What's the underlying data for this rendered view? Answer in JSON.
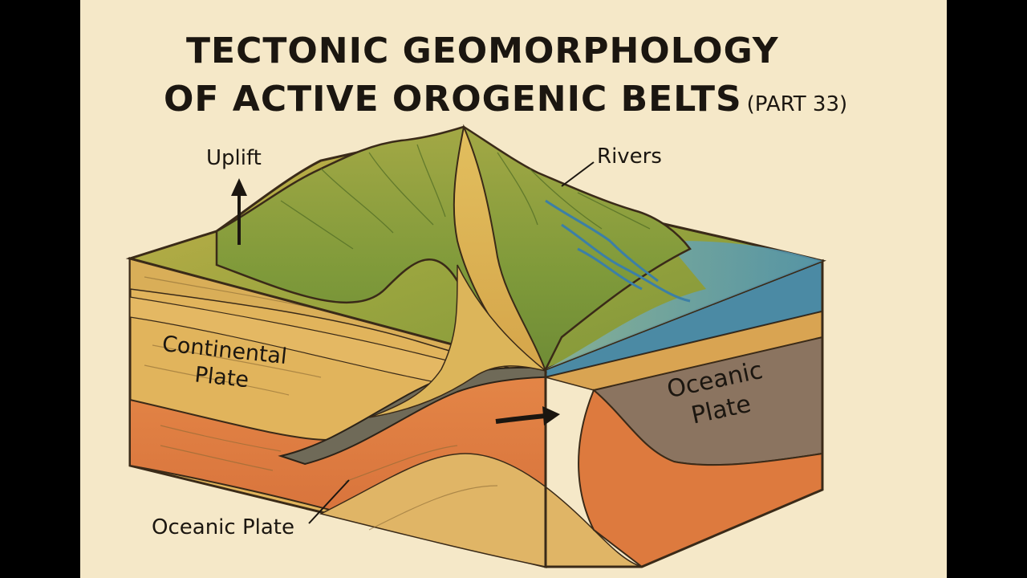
{
  "title": {
    "line1": "TECTONIC GEOMORPHOLOGY",
    "line2": "OF ACTIVE OROGENIC BELTS",
    "suffix": "(PART 33)"
  },
  "labels": {
    "uplift": "Uplift",
    "rivers": "Rivers",
    "continental_plate_line1": "Continental",
    "continental_plate_line2": "Plate",
    "oceanic_plate_right_line1": "Oceanic",
    "oceanic_plate_right_line2": "Plate",
    "oceanic_plate_bottom": "Oceanic Plate"
  },
  "icons": {
    "uplift_arrow": "arrow-up-icon",
    "subduction_arrow": "arrow-right-icon"
  },
  "colors": {
    "background": "#f5e8c8",
    "mountain_green": "#7f9a3a",
    "mountain_yellow": "#d9b050",
    "crust_tan": "#e3b65e",
    "mantle_orange": "#dd7a3e",
    "oceanic_brown": "#8b7460",
    "ocean_blue": "#5f9eb0",
    "ink": "#1b1610"
  }
}
